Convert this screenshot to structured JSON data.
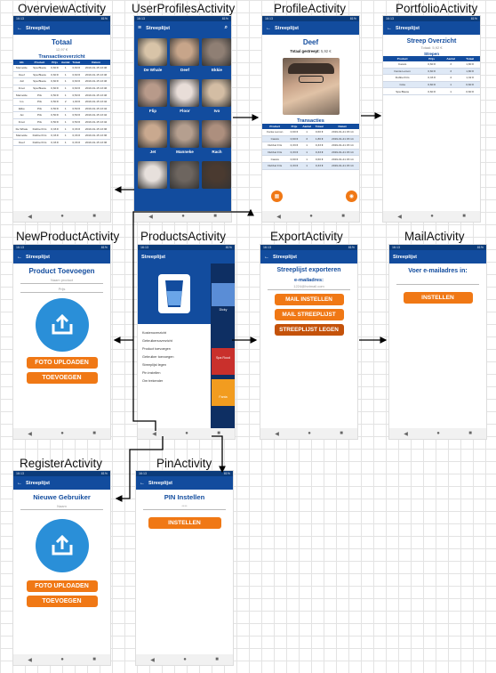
{
  "titles": {
    "overview": "OverviewActivity",
    "userprofiles": "UserProfilesActivity",
    "profile": "ProfileActivity",
    "portfolio": "PortfolioActivity",
    "newproduct": "NewProductActivity",
    "products": "ProductsActivity",
    "export": "ExportActivity",
    "mail": "MailActivity",
    "register": "RegisterActivity",
    "pin": "PinActivity"
  },
  "app": {
    "name": "Streeplijst",
    "time": "16:13",
    "battery": "81%"
  },
  "overview": {
    "heading": "Totaal",
    "total": "12,97 €",
    "section": "Transactieoverzicht",
    "columns": [
      "HG",
      "Product",
      "Prijs",
      "Aantal",
      "Totaal",
      "Datum"
    ],
    "rows": [
      [
        "Marvelde",
        "Spa Blauw",
        "0,60 €",
        "1",
        "0,60 €",
        "2019-01-15 13:46"
      ],
      [
        "Deef",
        "Spa Blauw",
        "0,60 €",
        "1",
        "0,60 €",
        "2019-01-15 13:46"
      ],
      [
        "Juil",
        "Spa Blauw",
        "0,60 €",
        "1",
        "0,60 €",
        "2019-01-15 13:46"
      ],
      [
        "Froot",
        "Spa Blauw",
        "0,60 €",
        "1",
        "0,60 €",
        "2019-01-15 13:46"
      ],
      [
        "Marvelde",
        "Pils",
        "0,50 €",
        "1",
        "0,50 €",
        "2019-01-15 13:46"
      ],
      [
        "Ivo",
        "Pils",
        "0,50 €",
        "2",
        "1,00 €",
        "2019-01-15 13:42"
      ],
      [
        "Ekke",
        "Pils",
        "0,50 €",
        "1",
        "0,50 €",
        "2019-01-15 13:42"
      ],
      [
        "Jet",
        "Pils",
        "0,50 €",
        "1",
        "0,50 €",
        "2019-01-15 13:42"
      ],
      [
        "Froot",
        "Pils",
        "0,50 €",
        "1",
        "0,50 €",
        "2019-01-15 13:42"
      ],
      [
        "De Whale",
        "Dubbel Fris",
        "0,33 €",
        "1",
        "0,33 €",
        "2019-01-15 13:36"
      ],
      [
        "Marvelde",
        "Dubbel Fris",
        "0,33 €",
        "1",
        "0,33 €",
        "2019-01-15 13:36"
      ],
      [
        "Deef",
        "Dubbel Fris",
        "0,33 €",
        "1",
        "0,33 €",
        "2019-01-15 13:36"
      ]
    ]
  },
  "userprofiles": {
    "names": [
      "De Whale",
      "Deef",
      "Ekkie",
      "Flip",
      "Floor",
      "Ivo",
      "Jet",
      "Manneke",
      "Rach",
      "",
      "",
      ""
    ]
  },
  "profile": {
    "name": "Deef",
    "total_label": "Totaal gestreept:",
    "total_value": "5,92 €",
    "section": "Transacties",
    "columns": [
      "Product",
      "Prijs",
      "Aantal",
      "Totaal",
      "Datum"
    ],
    "rows": [
      [
        "Fanta Lemon",
        "0,60 €",
        "1",
        "0,60 €",
        "2019-01-21 15:14"
      ],
      [
        "Cassis",
        "0,60 €",
        "3",
        "1,80 €",
        "2019-01-21 15:14"
      ],
      [
        "Dubbel Fris",
        "0,33 €",
        "1",
        "0,33 €",
        "2019-01-21 15:14"
      ],
      [
        "Dubbel Fris",
        "0,33 €",
        "1",
        "0,33 €",
        "2019-01-21 15:14"
      ],
      [
        "Cassis",
        "0,60 €",
        "1",
        "0,60 €",
        "2019-01-21 15:14"
      ],
      [
        "Dubbel Fris",
        "0,33 €",
        "1",
        "0,33 €",
        "2019-01-21 15:14"
      ]
    ]
  },
  "portfolio": {
    "heading": "Streep Overzicht",
    "total": "Totaal: 5,92 €",
    "section": "Strepen",
    "columns": [
      "Product",
      "Prijs",
      "Aantal",
      "Totaal"
    ],
    "rows": [
      [
        "Cassis",
        "0,60 €",
        "3",
        "1,80 €"
      ],
      [
        "Fanta Lemon",
        "0,60 €",
        "3",
        "1,80 €"
      ],
      [
        "Dubbel Fris",
        "0,33 €",
        "4",
        "1,32 €"
      ],
      [
        "Cola",
        "0,60 €",
        "1",
        "0,60 €"
      ],
      [
        "Spa Blauw",
        "0,60 €",
        "1",
        "0,60 €"
      ]
    ]
  },
  "newproduct": {
    "heading": "Product Toevoegen",
    "name_placeholder": "Naam product",
    "price_placeholder": "Prijs",
    "upload_label": "FOTO UPLOADEN",
    "add_label": "TOEVOEGEN"
  },
  "products": {
    "menu": [
      "Kostenoverzicht",
      "Gebruikersoverzicht",
      "Product toevoegen",
      "Gebruiker toevoegen",
      "Streeplijst legen",
      "Pin instellen",
      "Om trekender"
    ],
    "side_labels": [
      "Dicky",
      "Spa Rood",
      "Fanta"
    ]
  },
  "export": {
    "heading": "Streeplijst exporteren",
    "email_label": "e-mailadres:",
    "email_value": "1224@hotmail.com",
    "btn_mail": "MAIL INSTELLEN",
    "btn_mail_list": "MAIL STREEPLIJST",
    "btn_clear": "STREEPLIJST LEGEN"
  },
  "mail": {
    "heading": "Voer e-mailadres in:",
    "btn": "INSTELLEN"
  },
  "register": {
    "heading": "Nieuwe Gebruiker",
    "name_placeholder": "Naam",
    "upload_label": "FOTO UPLOADEN",
    "add_label": "TOEVOEGEN"
  },
  "pin": {
    "heading": "PIN Instellen",
    "pin_value": "****",
    "btn": "INSTELLEN"
  },
  "colors": {
    "primary": "#124c9e",
    "status": "#0b3b7a",
    "accent": "#f07815",
    "upload": "#2a8fd8",
    "danger": "#c4520a"
  },
  "icons": [
    "back-arrow-icon",
    "menu-icon",
    "search-icon",
    "upload-icon",
    "glass-icon",
    "calendar-icon",
    "plus-icon",
    "nav-back-icon",
    "nav-home-icon",
    "nav-recent-icon"
  ]
}
